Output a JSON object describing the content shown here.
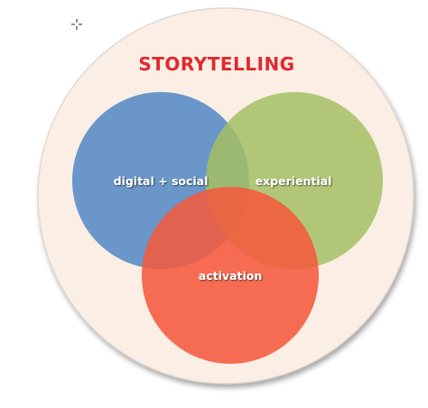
{
  "title": "STORYTELLING",
  "circles": [
    {
      "label": "digital + social",
      "color": "#5a8cc6"
    },
    {
      "label": "experiential",
      "color": "#a3c064"
    },
    {
      "label": "activation",
      "color": "#f45a3e"
    }
  ],
  "colors": {
    "title": "#e2282f",
    "outer_fill": "#fbeee4",
    "outer_stroke": "#ddd5cd"
  },
  "icons": {
    "cursor": "crosshair-cursor-icon"
  }
}
